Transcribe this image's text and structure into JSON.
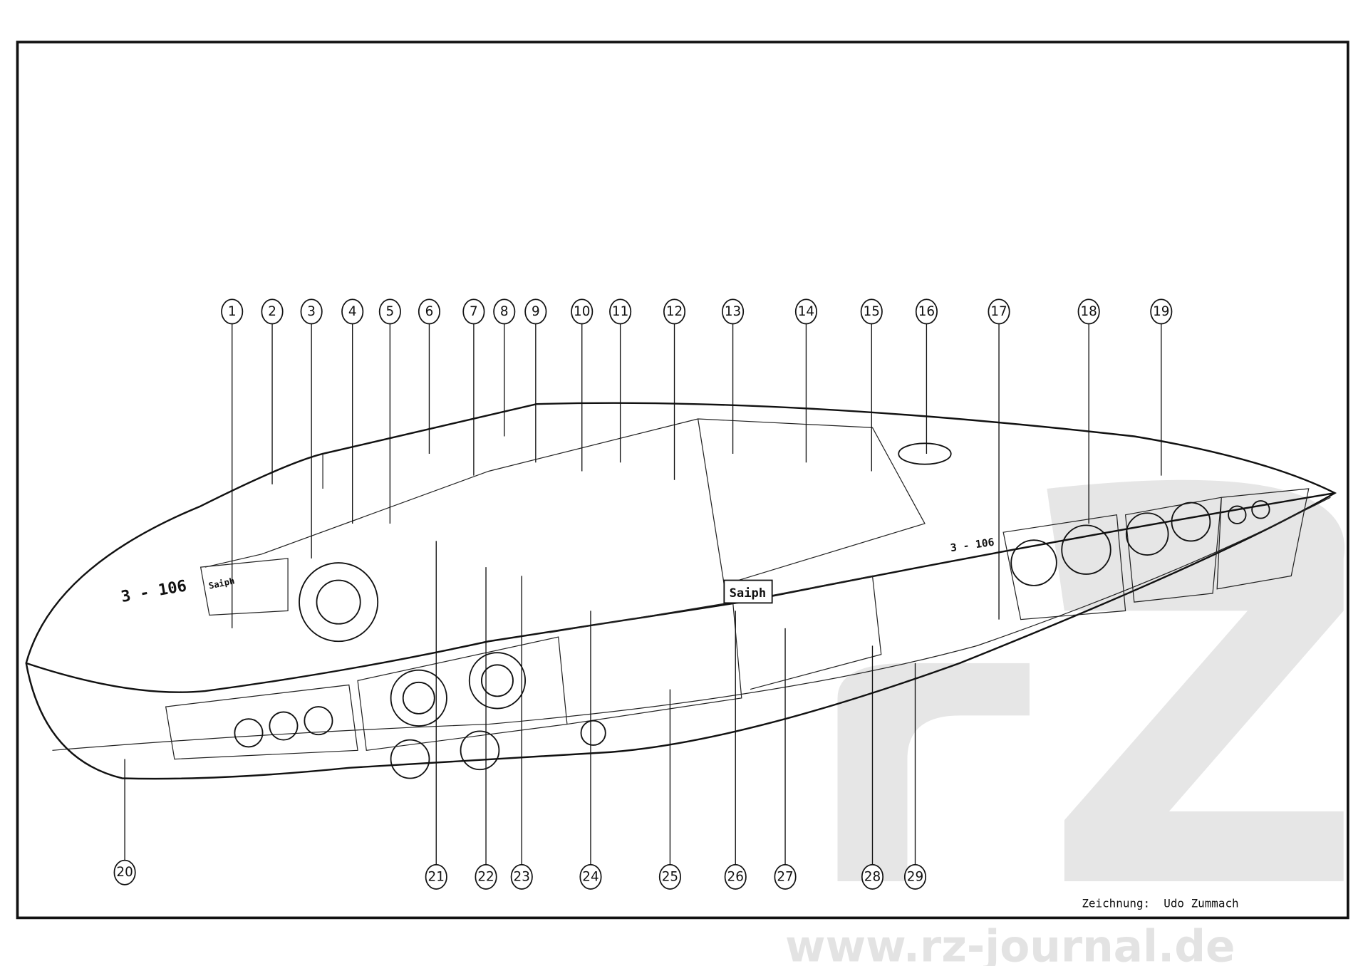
{
  "drawing": {
    "callouts_top": [
      "1",
      "2",
      "3",
      "4",
      "5",
      "6",
      "7",
      "8",
      "9",
      "10",
      "11",
      "12",
      "13",
      "14",
      "15",
      "16",
      "17",
      "18",
      "19"
    ],
    "callouts_bottom": [
      "20",
      "21",
      "22",
      "23",
      "24",
      "25",
      "26",
      "27",
      "28",
      "29"
    ],
    "hull_markings": {
      "registry_left": "3 - 106",
      "name_left": "Saiph",
      "registry_right": "3 - 106",
      "name_plate": "Saiph"
    },
    "credit": "Zeichnung:  Udo Zummach",
    "watermark": "www.rz-journal.de"
  },
  "colors": {
    "ink": "#111111",
    "watermark": "#e3e3e3",
    "paper": "#ffffff"
  }
}
